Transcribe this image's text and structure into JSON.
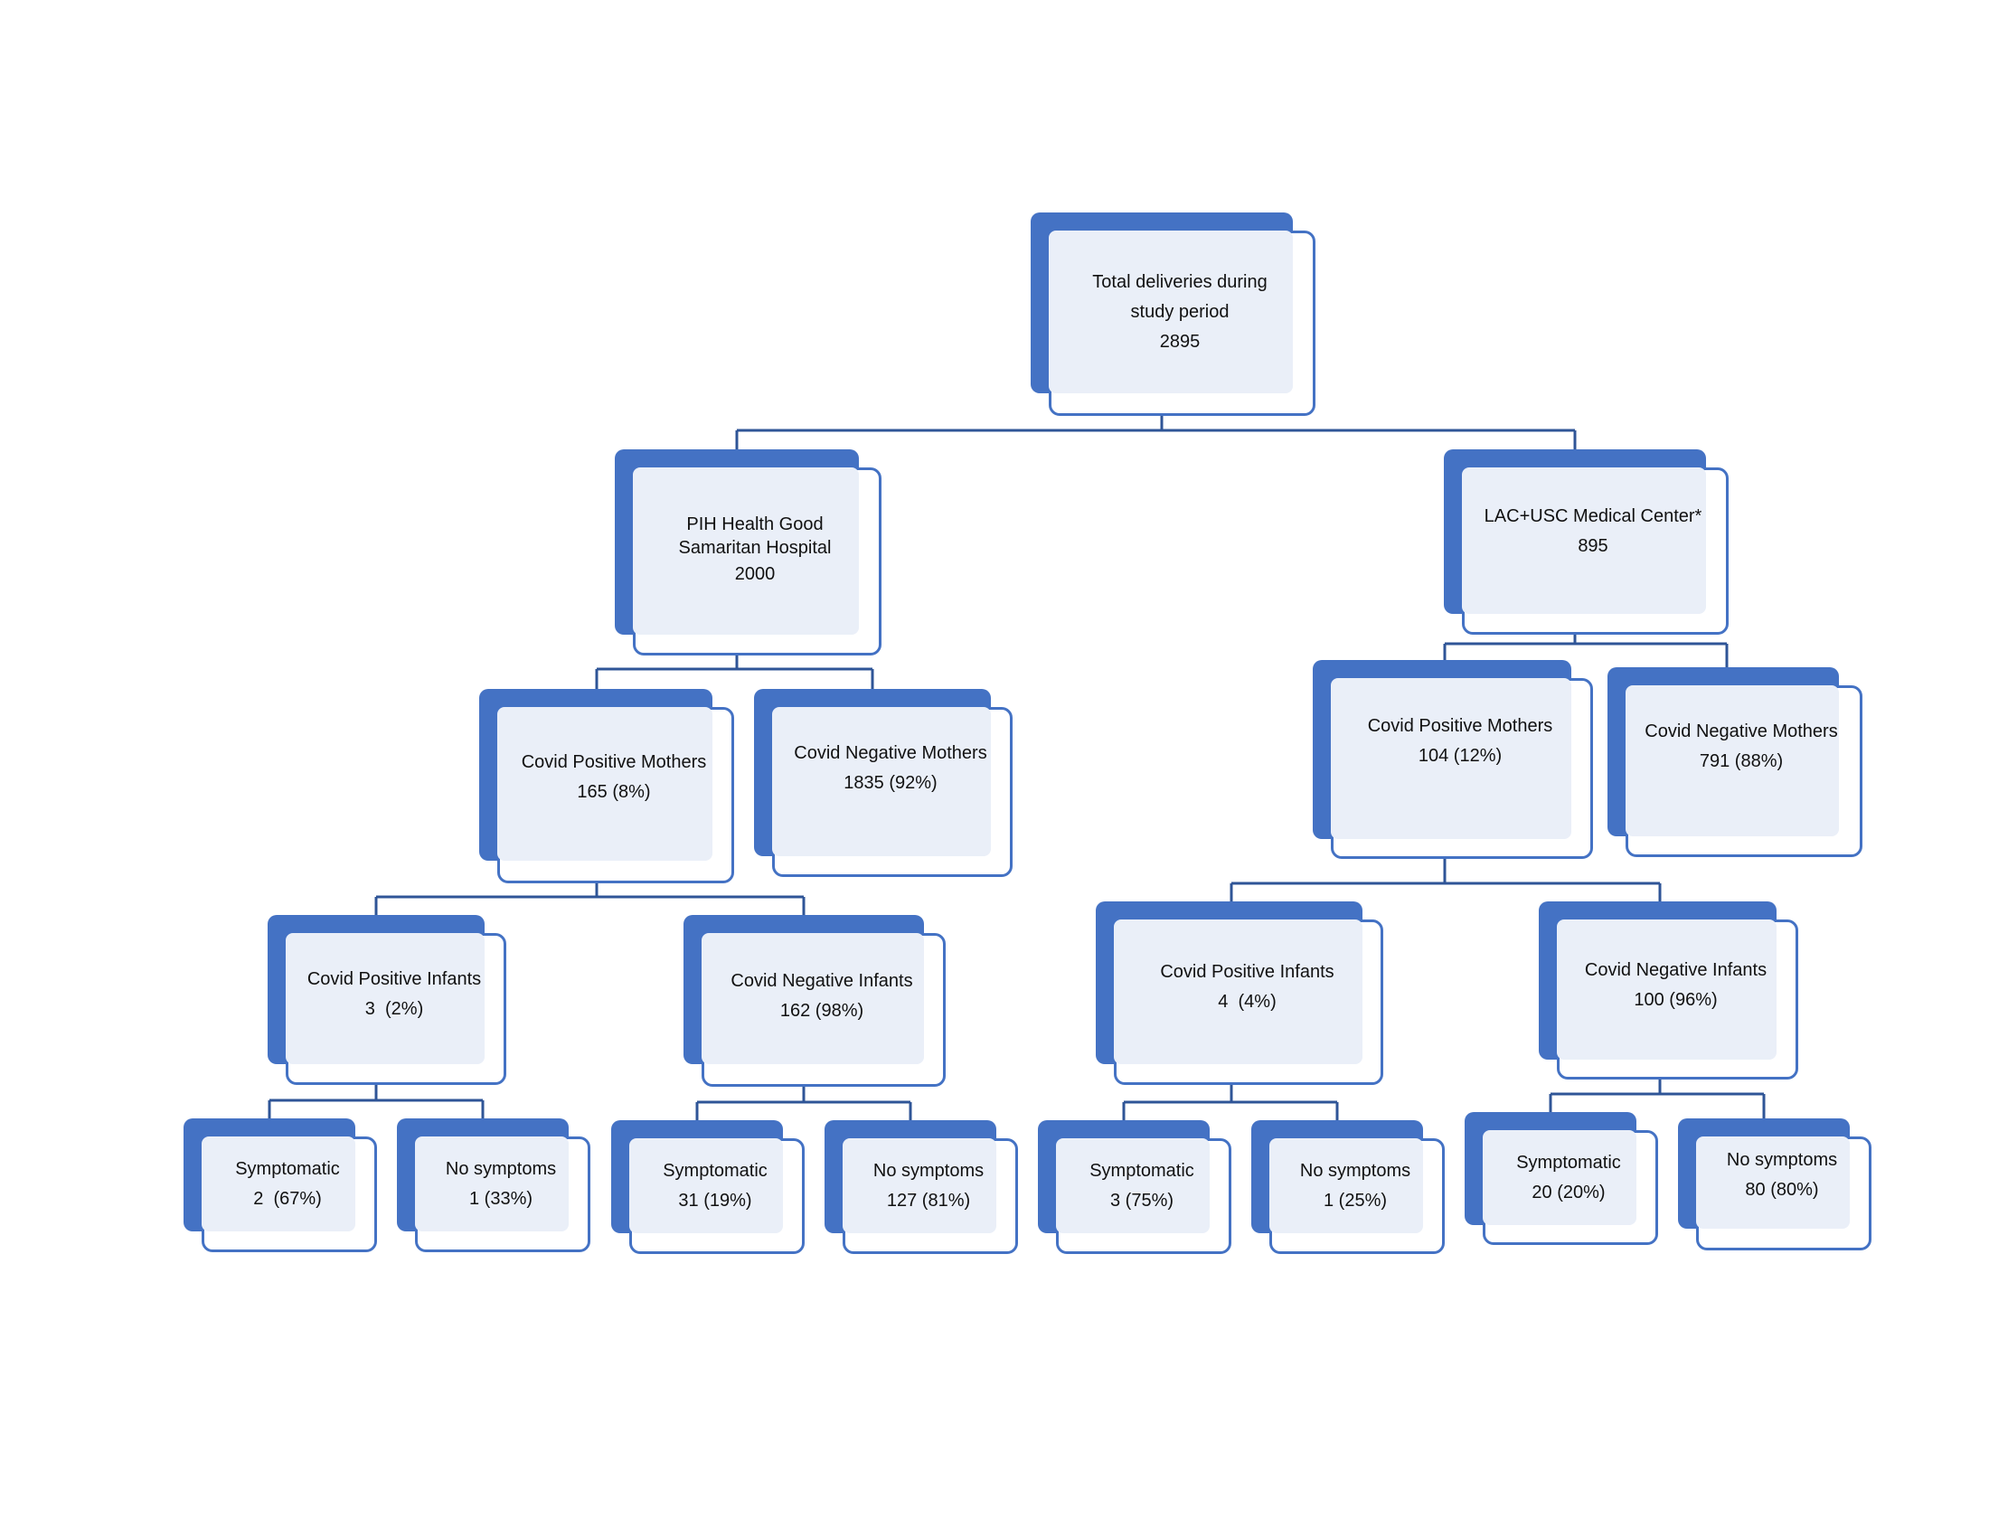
{
  "nodes": {
    "total": {
      "lines": [
        "Total deliveries during",
        "study period",
        "2895"
      ]
    },
    "pih": {
      "lines": [
        "PIH Health Good",
        "Samaritan Hospital",
        "2000"
      ]
    },
    "lac": {
      "lines": [
        "LAC+USC Medical Center*",
        "895"
      ]
    },
    "pih_pos_mothers": {
      "lines": [
        "Covid Positive Mothers",
        "165 (8%)"
      ]
    },
    "pih_neg_mothers": {
      "lines": [
        "Covid Negative Mothers",
        "1835 (92%)"
      ]
    },
    "lac_pos_mothers": {
      "lines": [
        "Covid Positive Mothers",
        "104 (12%)"
      ]
    },
    "lac_neg_mothers": {
      "lines": [
        "Covid Negative Mothers",
        "791 (88%)"
      ]
    },
    "pih_pos_infants": {
      "lines": [
        "Covid Positive Infants",
        "3  (2%)"
      ]
    },
    "pih_neg_infants": {
      "lines": [
        "Covid Negative Infants",
        "162 (98%)"
      ]
    },
    "lac_pos_infants": {
      "lines": [
        "Covid Positive Infants",
        "4  (4%)"
      ]
    },
    "lac_neg_infants": {
      "lines": [
        "Covid Negative Infants",
        "100 (96%)"
      ]
    },
    "pih_pos_sym": {
      "lines": [
        "Symptomatic",
        "2  (67%)"
      ]
    },
    "pih_pos_nosym": {
      "lines": [
        "No symptoms",
        "1 (33%)"
      ]
    },
    "pih_neg_sym": {
      "lines": [
        "Symptomatic",
        "31 (19%)"
      ]
    },
    "pih_neg_nosym": {
      "lines": [
        "No symptoms",
        "127 (81%)"
      ]
    },
    "lac_pos_sym": {
      "lines": [
        "Symptomatic",
        "3 (75%)"
      ]
    },
    "lac_pos_nosym": {
      "lines": [
        "No symptoms",
        "1 (25%)"
      ]
    },
    "lac_neg_sym": {
      "lines": [
        "Symptomatic",
        "20 (20%)"
      ]
    },
    "lac_neg_nosym": {
      "lines": [
        "No symptoms",
        "80 (80%)"
      ]
    }
  },
  "colors": {
    "accent": "#4472c4",
    "fill": "#eaeff8",
    "connector": "#2f5597"
  }
}
